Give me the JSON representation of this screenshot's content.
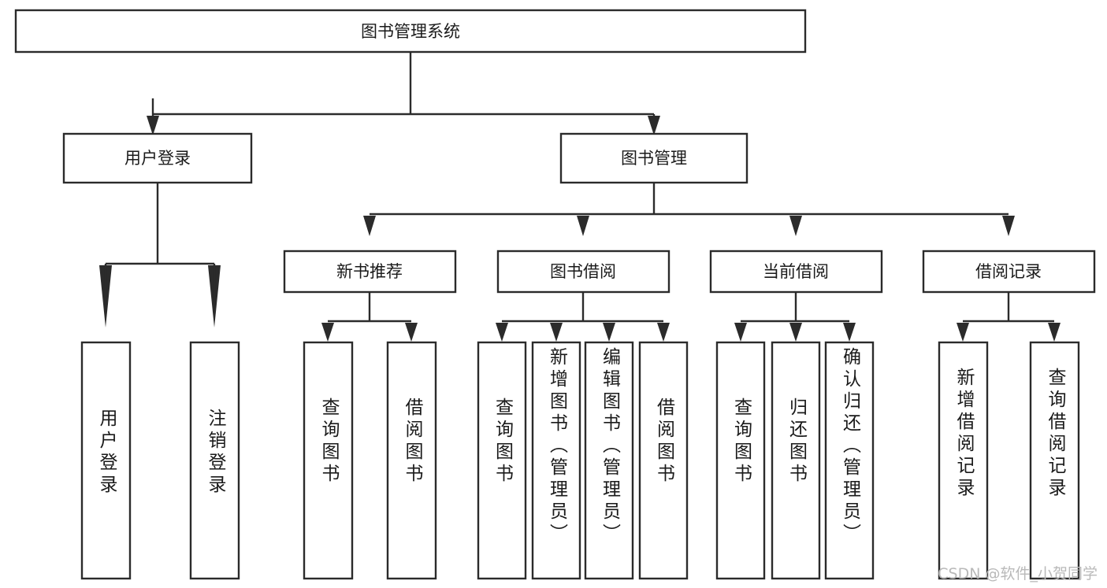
{
  "diagram": {
    "title": "图书管理系统",
    "type": "tree-hierarchy",
    "watermark": "CSDN @软件_小贺同学",
    "colors": {
      "box_stroke": "#2b2b2b",
      "box_fill": "#ffffff",
      "text": "#1a1a1a",
      "watermark": "#b9b9b9",
      "background": "#ffffff"
    },
    "levels": {
      "root": {
        "label": "图书管理系统"
      },
      "level2": [
        {
          "id": "user-login",
          "label": "用户登录"
        },
        {
          "id": "book-management",
          "label": "图书管理"
        }
      ],
      "level3": [
        {
          "id": "new-book-recommend",
          "label": "新书推荐",
          "parent": "book-management"
        },
        {
          "id": "book-borrow",
          "label": "图书借阅",
          "parent": "book-management"
        },
        {
          "id": "current-borrow",
          "label": "当前借阅",
          "parent": "book-management"
        },
        {
          "id": "borrow-record",
          "label": "借阅记录",
          "parent": "book-management"
        }
      ],
      "leaves": [
        {
          "id": "leaf-user-login",
          "label": "用户登录",
          "parent": "user-login"
        },
        {
          "id": "leaf-user-logout",
          "label": "注销登录",
          "parent": "user-login"
        },
        {
          "id": "leaf-query-book-1",
          "label": "查询图书",
          "parent": "new-book-recommend"
        },
        {
          "id": "leaf-borrow-book-1",
          "label": "借阅图书",
          "parent": "new-book-recommend"
        },
        {
          "id": "leaf-query-book-2",
          "label": "查询图书",
          "parent": "book-borrow"
        },
        {
          "id": "leaf-add-book",
          "label": "新增图书（管理员）",
          "parent": "book-borrow"
        },
        {
          "id": "leaf-edit-book",
          "label": "编辑图书（管理员）",
          "parent": "book-borrow"
        },
        {
          "id": "leaf-borrow-book-2",
          "label": "借阅图书",
          "parent": "book-borrow"
        },
        {
          "id": "leaf-query-book-3",
          "label": "查询图书",
          "parent": "current-borrow"
        },
        {
          "id": "leaf-return-book",
          "label": "归还图书",
          "parent": "current-borrow"
        },
        {
          "id": "leaf-confirm-return",
          "label": "确认归还（管理员）",
          "parent": "current-borrow"
        },
        {
          "id": "leaf-add-record",
          "label": "新增借阅记录",
          "parent": "borrow-record"
        },
        {
          "id": "leaf-query-record",
          "label": "查询借阅记录",
          "parent": "borrow-record"
        }
      ]
    }
  }
}
